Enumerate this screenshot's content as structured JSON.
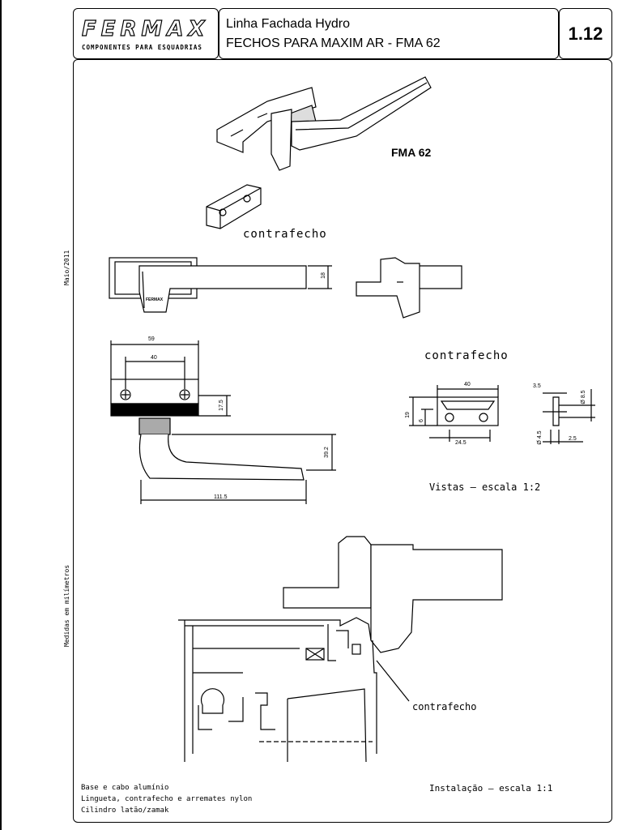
{
  "header": {
    "brand": "FERMAX",
    "brand_sub": "COMPONENTES PARA ESQUADRIAS",
    "title_line1": "Linha Fachada Hydro",
    "title_line2": "FECHOS PARA MAXIM AR - FMA 62",
    "sheet_number": "1.12"
  },
  "side_texts": {
    "date": "Maio/2011",
    "units": "Medidas em milímetros"
  },
  "labels": {
    "model": "FMA 62",
    "contrafecho_top": "contrafecho",
    "contrafecho_mid": "contrafecho",
    "contrafecho_bottom": "contrafecho",
    "handle_brand": "FERMAX",
    "views_scale": "Vistas  –  escala  1:2",
    "install_scale": "Instalação  –  escala  1:1"
  },
  "dimensions": {
    "d59": "59",
    "d40a": "40",
    "d17_5": "17.5",
    "d39_2": "39.2",
    "d111_5": "111.5",
    "d18": "18",
    "d40b": "40",
    "d19": "19",
    "d6": "6",
    "d24_5": "24.5",
    "d3_5": "3.5",
    "d8_5": "Ø 8.5",
    "d4_5": "Ø 4.5",
    "d2_5": "2.5"
  },
  "materials": {
    "line1": "Base e cabo alumínio",
    "line2": "Lingueta, contrafecho   e arremates nylon",
    "line3": "Cilindro latão/zamak"
  }
}
